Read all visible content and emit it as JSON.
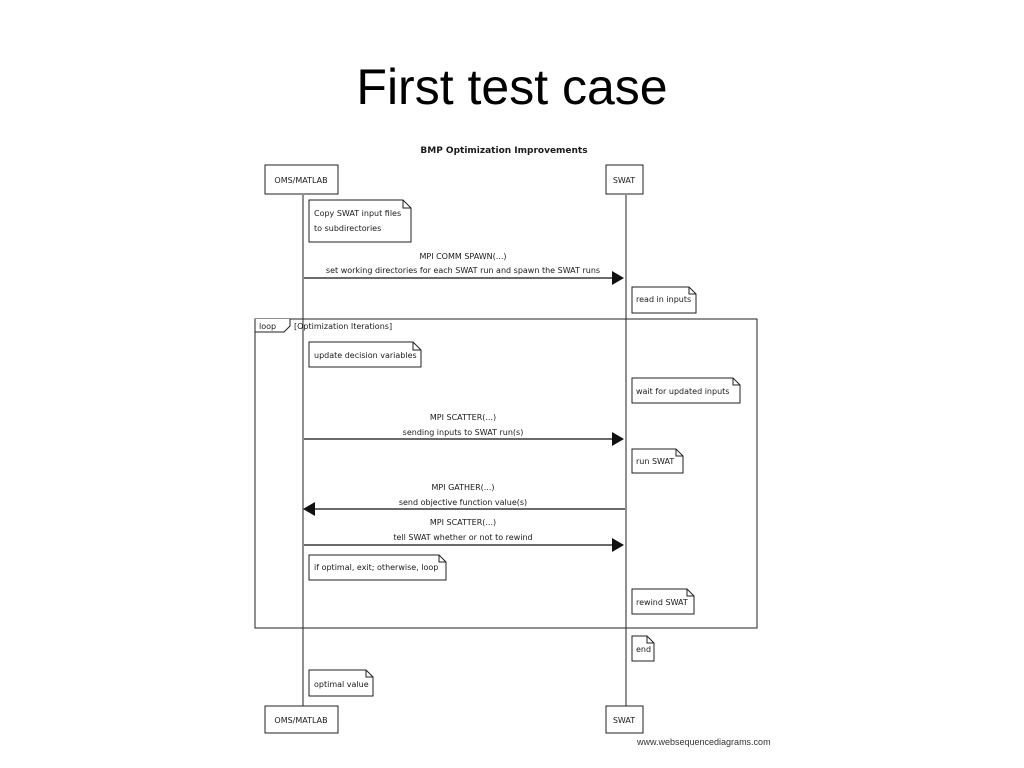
{
  "slide": {
    "title": "First test case"
  },
  "diagram": {
    "title": "BMP Optimization Improvements",
    "actors": {
      "left": "OMS/MATLAB",
      "right": "SWAT"
    },
    "notes": {
      "copy_files": [
        "Copy SWAT input files",
        "to subdirectories"
      ],
      "read_inputs": "read in inputs",
      "update_vars": "update decision variables",
      "wait_inputs": "wait for updated inputs",
      "run_swat": "run SWAT",
      "if_optimal": "if optimal, exit; otherwise, loop",
      "rewind_swat": "rewind SWAT",
      "end": "end",
      "optimal_value": "optimal value"
    },
    "messages": {
      "spawn": {
        "label1": "MPI COMM SPAWN(...)",
        "label2": "set working directories for each SWAT run and spawn the SWAT runs"
      },
      "scatter1": {
        "label1": "MPI SCATTER(...)",
        "label2": "sending inputs to SWAT run(s)"
      },
      "gather": {
        "label1": "MPI GATHER(...)",
        "label2": "send objective function value(s)"
      },
      "scatter2": {
        "label1": "MPI SCATTER(...)",
        "label2": "tell SWAT whether or not to rewind"
      }
    },
    "loop": {
      "tag": "loop",
      "condition": "[Optimization Iterations]"
    },
    "credit": "www.websequencediagrams.com"
  }
}
